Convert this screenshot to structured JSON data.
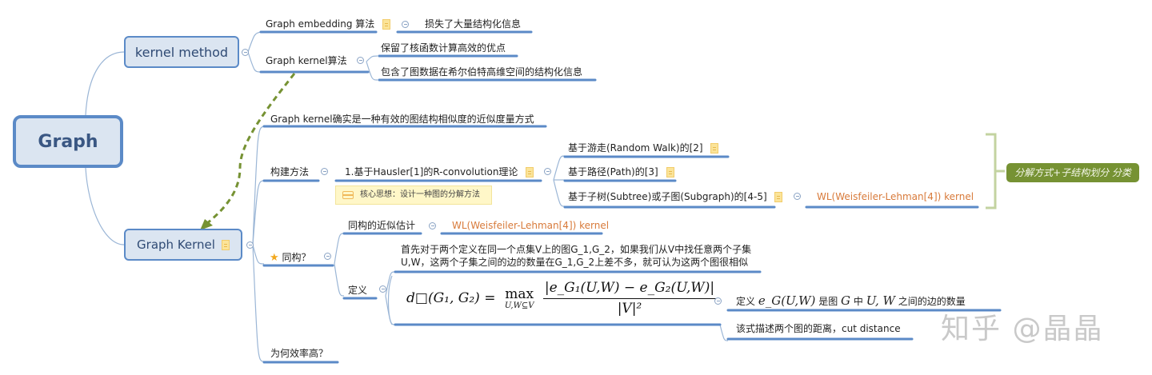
{
  "root": {
    "label": "Graph"
  },
  "kernel_method": {
    "label": "kernel method",
    "children": {
      "graph_embedding": {
        "label": "Graph embedding 算法",
        "child": "损失了大量结构化信息"
      },
      "graph_kernel_algo": {
        "label": "Graph kernel算法",
        "children": [
          "保留了核函数计算高效的优点",
          "包含了图数据在希尔伯特高维空间的结构化信息"
        ]
      }
    }
  },
  "graph_kernel": {
    "label": "Graph Kernel",
    "children": {
      "summary_statement": "Graph kernel确实是一种有效的图结构相似度的近似度量方式",
      "construction": {
        "label": "构建方法",
        "theory": "1.基于Hausler[1]的R-convolution理论",
        "callout": "核心思想：设计一种图的分解方法",
        "subtypes": [
          "基于游走(Random Walk)的[2]",
          "基于路径(Path)的[3]",
          "基于子树(Subtree)或子图(Subgraph)的[4-5]"
        ],
        "subtree_child": "WL(Weisfeiler-Lehman[4]) kernel",
        "summary_label": "分解方式+子结构划分 分类"
      },
      "isomorphism": {
        "label": "同构？",
        "approx": {
          "label": "同构的近似估计",
          "child": "WL(Weisfeiler-Lehman[4]) kernel"
        },
        "definition": {
          "label": "定义",
          "text_line1": "首先对于两个定义在同一个点集V上的图G_1,G_2，如果我们从V中找任意两个子集",
          "text_line2": "U,W，这两个子集之间的边的数量在G_1,G_2上差不多，就可认为这两个图很相似",
          "formula": {
            "lhs": "d□(G₁, G₂) =",
            "op": "max",
            "op_sub": "U,W⊆V",
            "numerator": "|e_G₁(U,W) − e_G₂(U,W)|",
            "denominator": "|V|²"
          },
          "formula_note": {
            "prefix": "定义",
            "term": "e_G(U,W)",
            "mid1": "是图",
            "g": "G",
            "mid2": "中",
            "uw": "U, W",
            "suffix": "之间的边的数量"
          },
          "distance_note": "该式描述两个图的距离，cut distance"
        }
      },
      "efficiency": {
        "label": "为何效率高？"
      }
    }
  },
  "colors": {
    "branch": "#5b8ac7",
    "connector": "#9bb6d6",
    "relation": "#769233",
    "orange": "#d87a3a",
    "summary_bg": "#769233"
  },
  "watermark": "知乎 @晶晶"
}
